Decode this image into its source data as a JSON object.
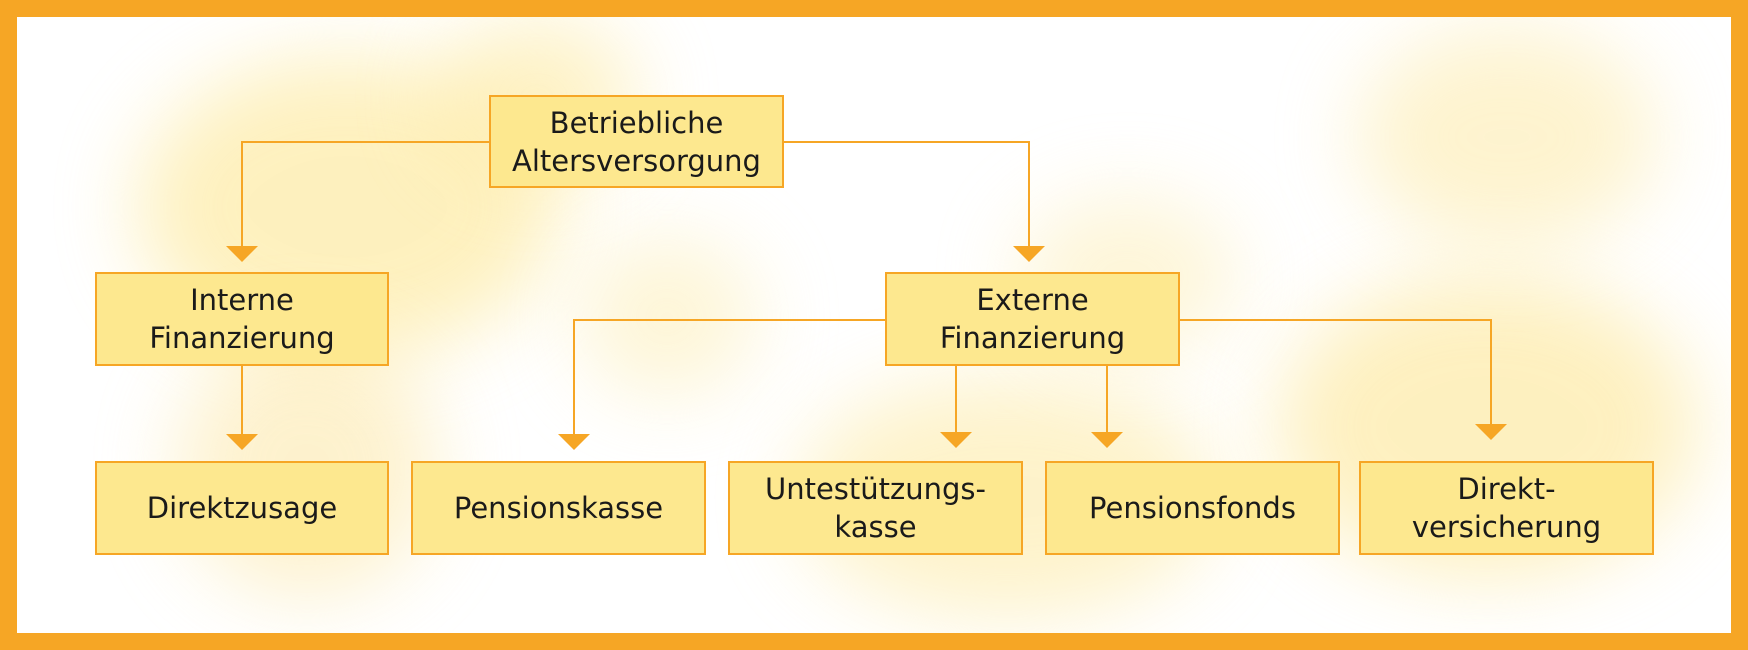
{
  "diagram": {
    "root": {
      "label": "Betriebliche\nAltersversorgung"
    },
    "internal": {
      "label": "Interne\nFinanzierung"
    },
    "external": {
      "label": "Externe\nFinanzierung"
    },
    "leaves": [
      {
        "label": "Direktzusage"
      },
      {
        "label": "Pensionskasse"
      },
      {
        "label": "Untestützungs-\nkasse"
      },
      {
        "label": "Pensionsfonds"
      },
      {
        "label": "Direkt-\nversicherung"
      }
    ],
    "colors": {
      "border": "#f6a625",
      "node_fill": "#fde88f",
      "connector": "#f6a625"
    }
  }
}
